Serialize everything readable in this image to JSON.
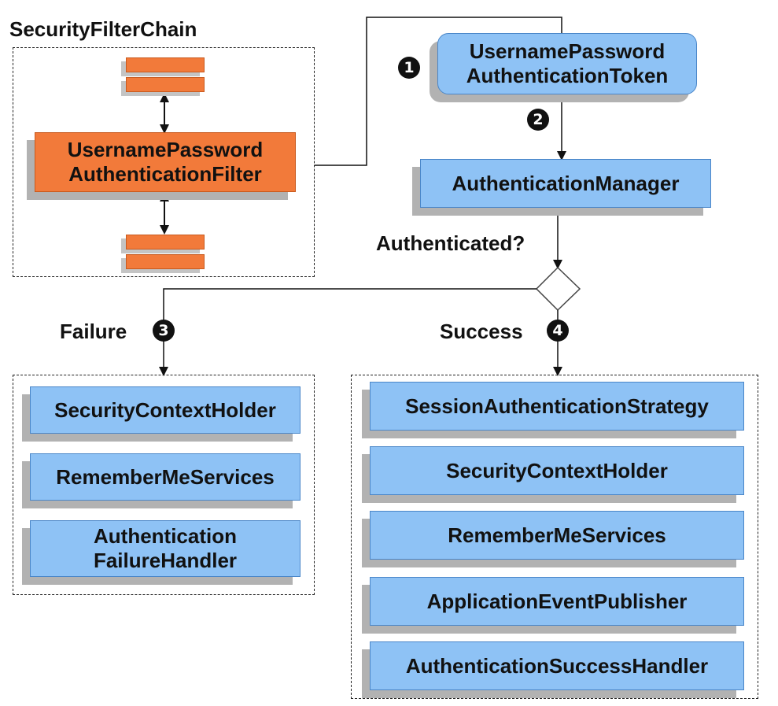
{
  "security_filter_chain": {
    "title": "SecurityFilterChain",
    "filter_label": "UsernamePassword\nAuthenticationFilter"
  },
  "token": {
    "label": "UsernamePassword\nAuthenticationToken"
  },
  "manager": {
    "label": "AuthenticationManager"
  },
  "decision": {
    "label": "Authenticated?"
  },
  "steps": [
    "1",
    "2",
    "3",
    "4"
  ],
  "failure": {
    "label": "Failure",
    "items": [
      "SecurityContextHolder",
      "RememberMeServices",
      "Authentication\nFailureHandler"
    ]
  },
  "success": {
    "label": "Success",
    "items": [
      "SessionAuthenticationStrategy",
      "SecurityContextHolder",
      "RememberMeServices",
      "ApplicationEventPublisher",
      "AuthenticationSuccessHandler"
    ]
  },
  "colors": {
    "box_fill": "#8ec2f5",
    "filter_fill": "#f27a3a",
    "shadow": "#b2b2b2"
  }
}
